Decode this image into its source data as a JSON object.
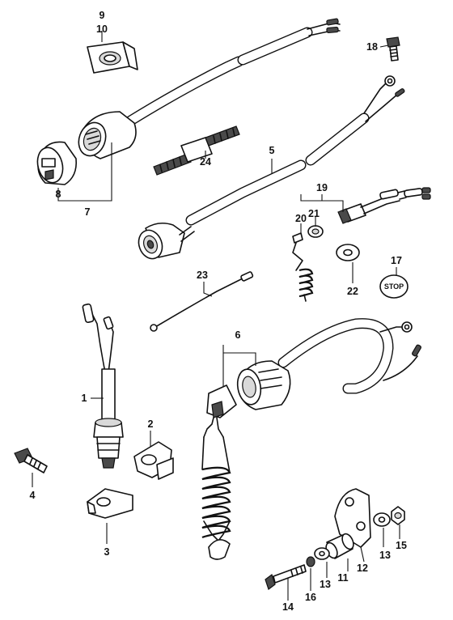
{
  "labels": {
    "l1": "1",
    "l2": "2",
    "l3": "3",
    "l4": "4",
    "l5": "5",
    "l6": "6",
    "l7": "7",
    "l8": "8",
    "l9": "9",
    "l10": "10",
    "l11": "11",
    "l12": "12",
    "l13a": "13",
    "l13b": "13",
    "l14": "14",
    "l15": "15",
    "l16": "16",
    "l17": "17",
    "l18": "18",
    "l19": "19",
    "l20": "20",
    "l21": "21",
    "l22": "22",
    "l23": "23",
    "l24": "24"
  },
  "stop_plate_text": "STOP"
}
